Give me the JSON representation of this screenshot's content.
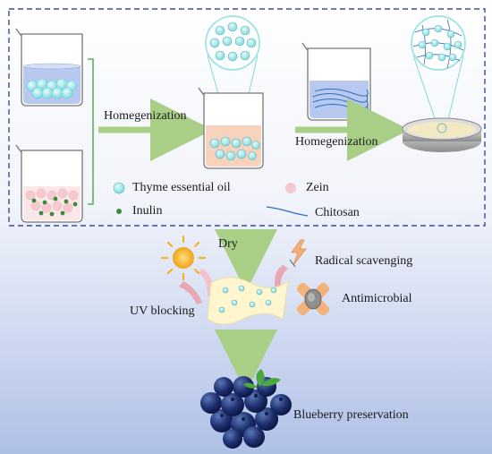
{
  "labels": {
    "homogenization_1": "Homegenization",
    "homogenization_2": "Homegenization",
    "dry": "Dry",
    "radical_scavenging": "Radical scavenging",
    "antimicrobial": "Antimicrobial",
    "uv_blocking": "UV blocking",
    "blueberry_preservation": "Blueberry preservation"
  },
  "legend": {
    "thyme_essential_oil": "Thyme essential oil",
    "zein": "Zein",
    "inulin": "Inulin",
    "chitosan": "Chitosan"
  },
  "colors": {
    "dashed_border": "#3a4d9a",
    "arrow_green": "#a9cf86",
    "thyme_oil": "#9fe8ea",
    "zein": "#f6c9cf",
    "inulin": "#3d8a3a",
    "chitosan": "#2c6fc0",
    "beaker_liquid_blue": "#b8c8ee",
    "beaker_liquid_peach": "#f7d2bd",
    "film": "#fff6cf"
  }
}
